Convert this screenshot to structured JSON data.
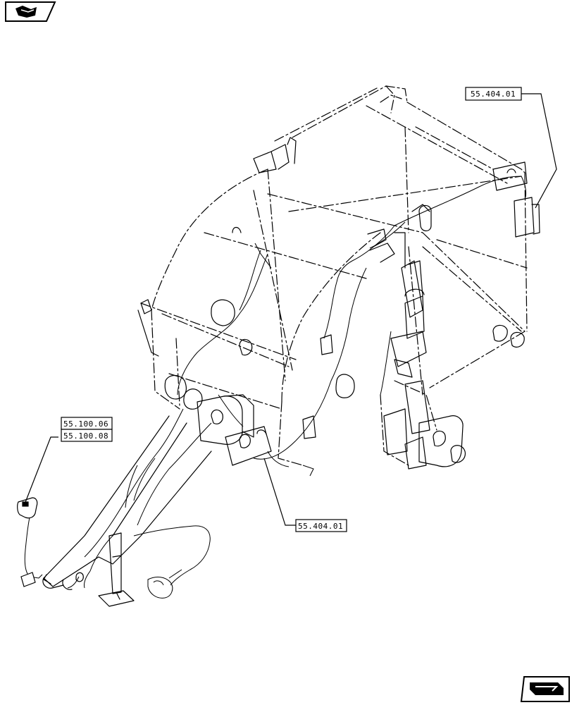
{
  "references": {
    "top_right": "55.404.01",
    "left_upper": "55.100.06",
    "left_lower": "55.100.08",
    "center": "55.404.01"
  },
  "icons": {
    "top_left": "book-page-icon",
    "bottom_right": "next-page-arrow-icon"
  }
}
